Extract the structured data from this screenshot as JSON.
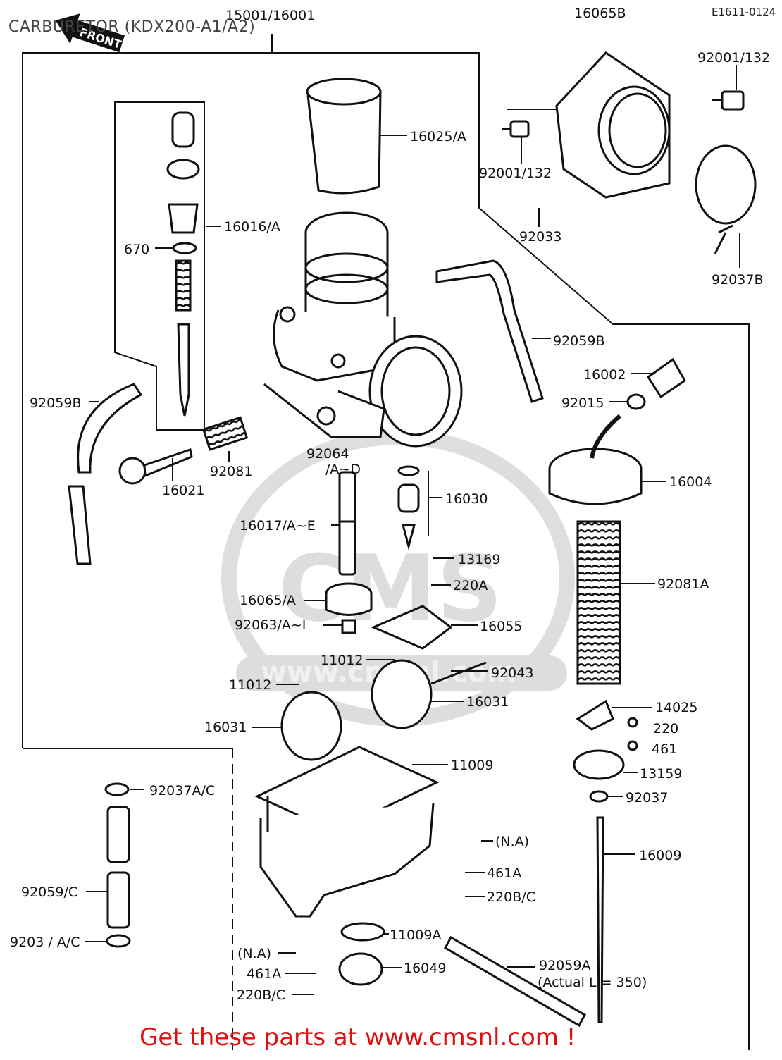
{
  "title": "CARBURETOR (KDX200-A1/A2)",
  "diagram_code": "E1611-0124",
  "front_label": "FRONT",
  "watermark": "www.cmsnl.com",
  "cta": "Get these parts at www.cmsnl.com !",
  "labels": {
    "p15001": "15001/16001",
    "p16065b": "16065B",
    "p92001_a": "92001/132",
    "p16025": "16025/A",
    "p92001_b": "92001/132",
    "p92033": "92033",
    "p92037b": "92037B",
    "p16016": "16016/A",
    "p670": "670",
    "p92059b_r": "92059B",
    "p16002": "16002",
    "p92015": "92015",
    "p92059b_l": "92059B",
    "p92064": "92064",
    "p92064_sub": "/A~D",
    "p92081": "92081",
    "p16021": "16021",
    "p16004": "16004",
    "p16030": "16030",
    "p16017": "16017/A~E",
    "p13169": "13169",
    "p220a": "220A",
    "p92081a": "92081A",
    "p16065a": "16065/A",
    "p92063": "92063/A~I",
    "p16055": "16055",
    "p11012_a": "11012",
    "p92043": "92043",
    "p11012_b": "11012",
    "p16031_r": "16031",
    "p14025": "14025",
    "p16031_l": "16031",
    "p220": "220",
    "p461": "461",
    "p11009": "11009",
    "p13159": "13159",
    "p92037aC": "92037A/C",
    "p92037": "92037",
    "pNA_a": "(N.A)",
    "p16009": "16009",
    "p461a_a": "461A",
    "p92059c": "92059/C",
    "p220bc_a": "220B/C",
    "p92037ac2": "9203 / A/C",
    "p11009a": "11009A",
    "pNA_b": "(N.A)",
    "p16049": "16049",
    "p92059a": "92059A",
    "p92059a_sub": "(Actual L = 350)",
    "p461a_b": "461A",
    "p220bc_b": "220B/C"
  }
}
